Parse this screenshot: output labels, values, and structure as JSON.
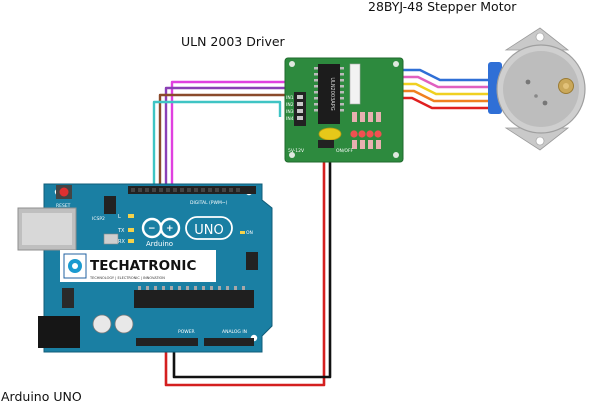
{
  "labels": {
    "motor": "28BYJ-48 Stepper Motor",
    "driver": "ULN 2003 Driver",
    "board": "Arduino UNO"
  },
  "arduino": {
    "reset": "RESET",
    "icsp": "ICSP2",
    "pin_l": "L",
    "pin_tx": "TX",
    "pin_rx": "RX",
    "digital": "DIGITAL (PWM~)",
    "brand": "Arduino",
    "model": "UNO",
    "on": "ON",
    "power": "POWER",
    "analog": "ANALOG IN",
    "logo_title": "TECHATRONIC",
    "logo_tagline": "TECHNOLOGY  |  ELECTRONIC  |  INNOVATION"
  },
  "driver_board": {
    "chip": "ULN2003APG",
    "inputs": [
      "IN1",
      "IN2",
      "IN3",
      "IN4"
    ],
    "power_label": "5V-12V",
    "jumper_label": "ON/OFF"
  },
  "colors": {
    "board_blue": "#1a7fa3",
    "driver_green": "#2d8a3e",
    "wire_magenta": "#e040e0",
    "wire_purple": "#8a3fb5",
    "wire_brown": "#8b4a2b",
    "wire_cyan": "#3fc4c4",
    "wire_red": "#d41f1f",
    "wire_black": "#111111",
    "motor_blue": "#2f6fd6",
    "motor_pink": "#e060c0",
    "motor_yellow": "#f0d020",
    "motor_orange": "#f08020",
    "motor_red": "#e02020"
  }
}
